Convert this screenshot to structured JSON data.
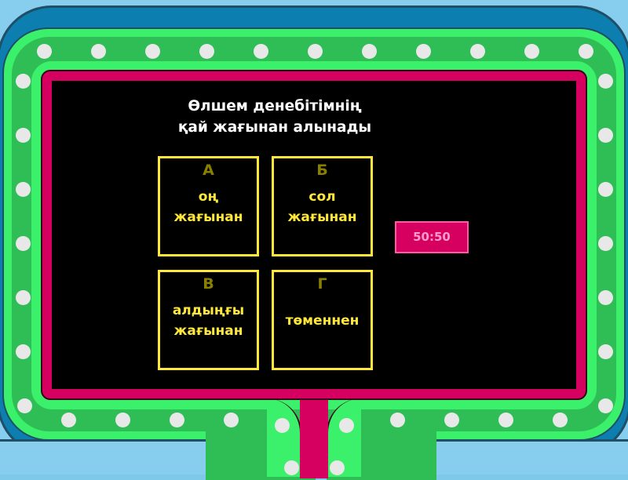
{
  "question": {
    "line1": "Өлшем денебітімнің",
    "line2": "қай жағынан алынады"
  },
  "answers": [
    {
      "letter": "А",
      "line1": "оң",
      "line2": "жағынан"
    },
    {
      "letter": "Б",
      "line1": "сол",
      "line2": "жағынан"
    },
    {
      "letter": "В",
      "line1": "алдыңғы",
      "line2": "жағынан"
    },
    {
      "letter": "Г",
      "line1": "төменнен",
      "line2": ""
    }
  ],
  "lifeline": {
    "label": "50:50"
  },
  "colors": {
    "board": "#000000",
    "frame_magenta": "#d5005f",
    "track_green_light": "#3bf06b",
    "track_green_dark": "#2fbe55",
    "outer_blue": "#0c7fb0",
    "answer_border": "#ffe83a",
    "answer_letter": "#8a8000",
    "bulb": "#e8e8e8"
  }
}
